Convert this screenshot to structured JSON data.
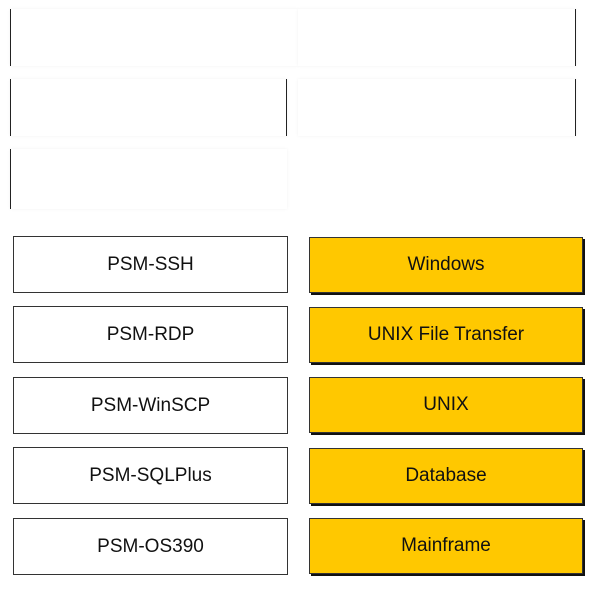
{
  "targets": [
    "",
    "",
    "",
    "",
    ""
  ],
  "psm_components": [
    "PSM-SSH",
    "PSM-RDP",
    "PSM-WinSCP",
    "PSM-SQLPlus",
    "PSM-OS390"
  ],
  "platforms": [
    "Windows",
    "UNIX File Transfer",
    "UNIX",
    "Database",
    "Mainframe"
  ],
  "colors": {
    "platform_fill": "#ffc800",
    "component_fill": "#ffffff",
    "border": "#333333"
  }
}
